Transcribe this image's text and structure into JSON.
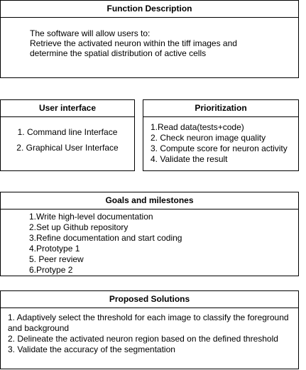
{
  "function_description": {
    "title": "Function Description",
    "lines": [
      "The software will allow users to:",
      "Retrieve the activated neuron within the tiff images and",
      "determine the spatial distribution of active cells"
    ]
  },
  "user_interface": {
    "title": "User interface",
    "items": [
      "1. Command line Interface",
      "2. Graphical User Interface"
    ]
  },
  "prioritization": {
    "title": "Prioritization",
    "items": [
      "1.Read data(tests+code)",
      "2. Check neuron image quality",
      "3. Compute score for neuron activity",
      "4. Validate the result"
    ]
  },
  "goals_milestones": {
    "title": "Goals and milestones",
    "items": [
      "1.Write high-level documentation",
      "2.Set up Github repository",
      "3.Refine documentation and start coding",
      "4.Prototype 1",
      "5. Peer review",
      "6.Protype 2"
    ]
  },
  "proposed_solutions": {
    "title": "Proposed Solutions",
    "items": [
      "1. Adaptively select the threshold for each image to classify the foreground and background",
      "2. Delineate the activated neuron region based on the defined threshold",
      "3. Validate the accuracy of the segmentation"
    ]
  }
}
